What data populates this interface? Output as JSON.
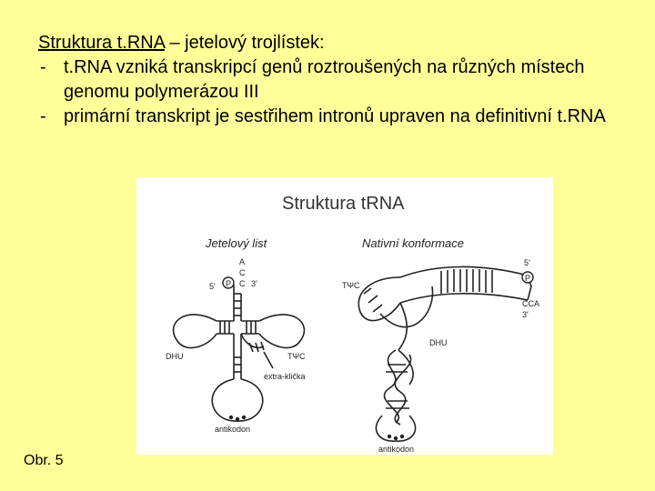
{
  "text": {
    "heading_underlined": "Struktura t.RNA",
    "heading_rest": " – jetelový trojlístek:",
    "bullets": [
      "t.RNA vzniká transkripcí genů roztroušených na různých místech genomu polymerázou III",
      "primární transkript je sestřihem intronů upraven na definitivní t.RNA"
    ],
    "dash": "-"
  },
  "figure": {
    "title": "Struktura tRNA",
    "left_subtitle": "Jetelový list",
    "right_subtitle": "Nativní konformace",
    "labels": {
      "five_prime": "5'",
      "three_prime": "3'",
      "p": "P",
      "a": "A",
      "c": "C",
      "dhu": "DHU",
      "tpsic": "TΨC",
      "extra_loop": "extra-klička",
      "anticodon": "antikodon",
      "cca": "CCA"
    }
  },
  "caption": "Obr. 5"
}
